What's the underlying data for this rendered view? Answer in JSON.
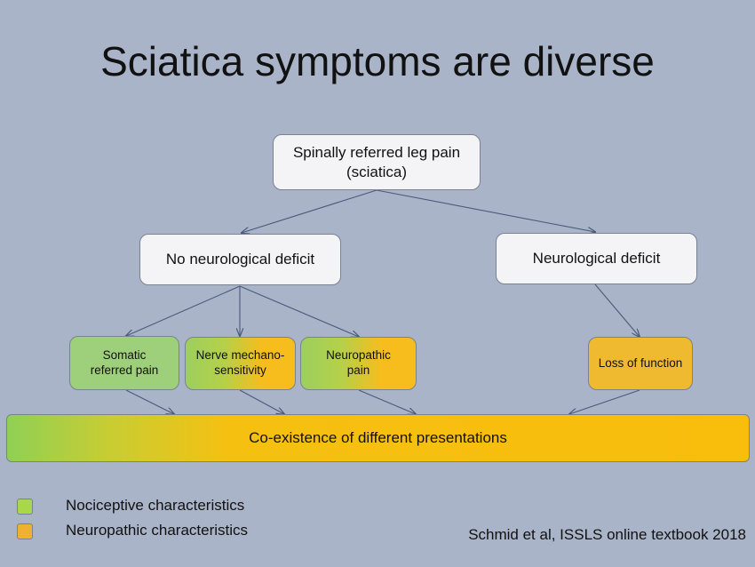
{
  "title": "Sciatica symptoms are diverse",
  "nodes": {
    "root": "Spinally referred leg pain\n(sciatica)",
    "no_deficit": "No neurological deficit",
    "deficit": "Neurological deficit",
    "somatic": "Somatic\nreferred pain",
    "mechano": "Nerve mechano-\nsensitivity",
    "neuropathic": "Neuropathic\npain",
    "loss": "Loss of function",
    "coexistence": "Co-existence of different presentations"
  },
  "legend": [
    {
      "label": "Nociceptive characteristics",
      "color": "#a8d84a"
    },
    {
      "label": "Neuropathic characteristics",
      "color": "#f0b030"
    }
  ],
  "source": "Schmid et al, ISSLS online textbook 2018"
}
